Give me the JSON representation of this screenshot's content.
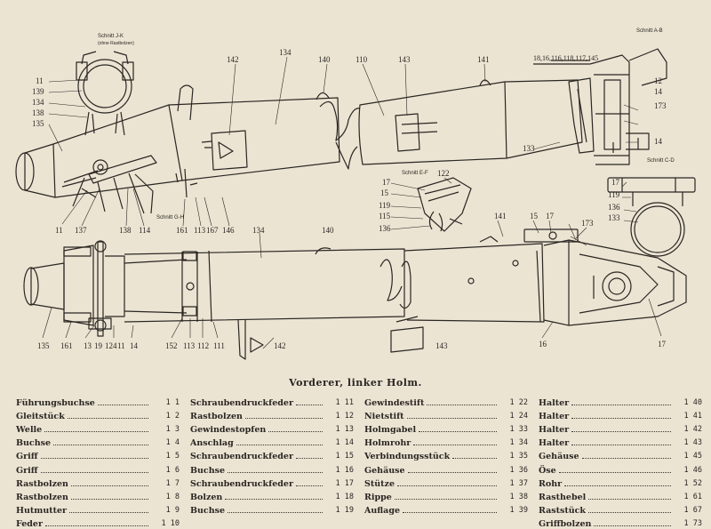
{
  "drawing": {
    "section_labels": {
      "ii": "Schnitt J-K",
      "ii_sub": "(ohne Rastbolzen)",
      "ab": "Schnitt A-B",
      "cd": "Schnitt C-D",
      "ef": "Schnitt E-F",
      "gh": "Schnitt G-H"
    },
    "callouts": {
      "c11a": "11",
      "c139a": "139",
      "c134a": "134",
      "c138a": "138",
      "c135a": "135",
      "c142a": "142",
      "c134b": "134",
      "c140a": "140",
      "c110": "110",
      "c143a": "143",
      "c141a": "141",
      "c_top_right": "18,16,116,118,117,145",
      "c12": "12",
      "c14a": "14",
      "c173a": "173",
      "c14b": "14",
      "c133a": "133",
      "c11b": "11",
      "c137": "137",
      "c138b": "138",
      "c114a": "114",
      "c161a": "161",
      "c113a": "113",
      "c167": "167",
      "c146": "146",
      "c134c": "134",
      "c17a": "17",
      "c15a": "15",
      "c119a": "119",
      "c115": "115",
      "c136a": "136",
      "c122": "122",
      "c141b": "141",
      "c15b": "15",
      "c17b": "17",
      "c173b": "173",
      "c17c": "17",
      "c119b": "119",
      "c136b": "136",
      "c133b": "133",
      "c140b": "140",
      "c135b": "135",
      "c161b": "161",
      "c13": "13",
      "c19": "19",
      "c124": "124",
      "c11c": "11",
      "c14c": "14",
      "c152": "152",
      "c113b": "113",
      "c112": "112",
      "c111": "111",
      "c142b": "142",
      "c143b": "143",
      "c16": "16",
      "c17d": "17"
    }
  },
  "title": "Vorderer, linker Holm.",
  "parts_columns": [
    [
      {
        "name": "Führungsbuchse",
        "num": "1 1"
      },
      {
        "name": "Gleitstück",
        "num": "1 2"
      },
      {
        "name": "Welle",
        "num": "1 3"
      },
      {
        "name": "Buchse",
        "num": "1 4"
      },
      {
        "name": "Griff",
        "num": "1 5"
      },
      {
        "name": "Griff",
        "num": "1 6"
      },
      {
        "name": "Rastbolzen",
        "num": "1 7"
      },
      {
        "name": "Rastbolzen",
        "num": "1 8"
      },
      {
        "name": "Hutmutter",
        "num": "1 9"
      },
      {
        "name": "Feder",
        "num": "1 10"
      }
    ],
    [
      {
        "name": "Schraubendruckfeder",
        "num": "1 11"
      },
      {
        "name": "Rastbolzen",
        "num": "1 12"
      },
      {
        "name": "Gewindestopfen",
        "num": "1 13"
      },
      {
        "name": "Anschlag",
        "num": "1 14"
      },
      {
        "name": "Schraubendruckfeder",
        "num": "1 15"
      },
      {
        "name": "Buchse",
        "num": "1 16"
      },
      {
        "name": "Schraubendruckfeder",
        "num": "1 17"
      },
      {
        "name": "Bolzen",
        "num": "1 18"
      },
      {
        "name": "Buchse",
        "num": "1 19"
      }
    ],
    [
      {
        "name": "Gewindestift",
        "num": "1 22"
      },
      {
        "name": "Nietstift",
        "num": "1 24"
      },
      {
        "name": "Holmgabel",
        "num": "1 33"
      },
      {
        "name": "Holmrohr",
        "num": "1 34"
      },
      {
        "name": "Verbindungsstück",
        "num": "1 35"
      },
      {
        "name": "Gehäuse",
        "num": "1 36"
      },
      {
        "name": "Stütze",
        "num": "1 37"
      },
      {
        "name": "Rippe",
        "num": "1 38"
      },
      {
        "name": "Auflage",
        "num": "1 39"
      }
    ],
    [
      {
        "name": "Halter",
        "num": "1 40"
      },
      {
        "name": "Halter",
        "num": "1 41"
      },
      {
        "name": "Halter",
        "num": "1 42"
      },
      {
        "name": "Halter",
        "num": "1 43"
      },
      {
        "name": "Gehäuse",
        "num": "1 45"
      },
      {
        "name": "Öse",
        "num": "1 46"
      },
      {
        "name": "Rohr",
        "num": "1 52"
      },
      {
        "name": "Rasthebel",
        "num": "1 61"
      },
      {
        "name": "Raststück",
        "num": "1 67"
      },
      {
        "name": "Griffbolzen",
        "num": "1 73"
      }
    ]
  ]
}
